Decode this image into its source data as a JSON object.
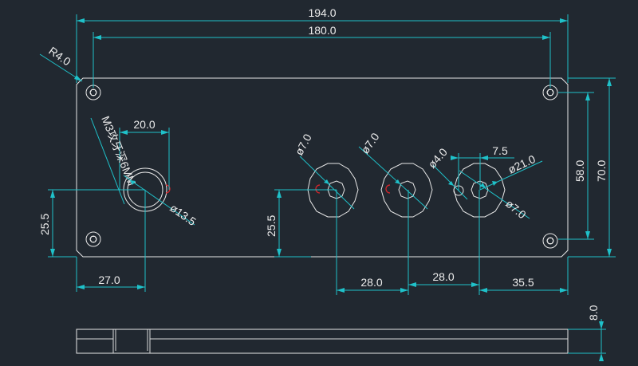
{
  "drawing": {
    "labels": {
      "width_total": "194.0",
      "width_holes": "180.0",
      "corner_radius": "R4.0",
      "height_total": "70.0",
      "height_holes": "58.0",
      "thickness": "8.0",
      "hole_offset_x": "20.0",
      "tap_note": "M3攻牙深6MM",
      "bore_diameter": "ø13.5",
      "bore_y": "25.5",
      "bore_x": "27.0",
      "hole1_diameter": "ø7.0",
      "hole1_y": "25.5",
      "hole2_diameter": "ø7.0",
      "hole3_small_diameter": "ø4.0",
      "hole3_offset": "7.5",
      "hole3_counterbore": "ø21.0",
      "hole3_diameter": "ø7.0",
      "spacing_1": "28.0",
      "spacing_2": "28.0",
      "right_offset": "35.5"
    },
    "colors": {
      "background": "#212830",
      "geometry": "#e8e8e8",
      "dimension": "#1fc1c9",
      "marker": "#e0252a"
    }
  }
}
